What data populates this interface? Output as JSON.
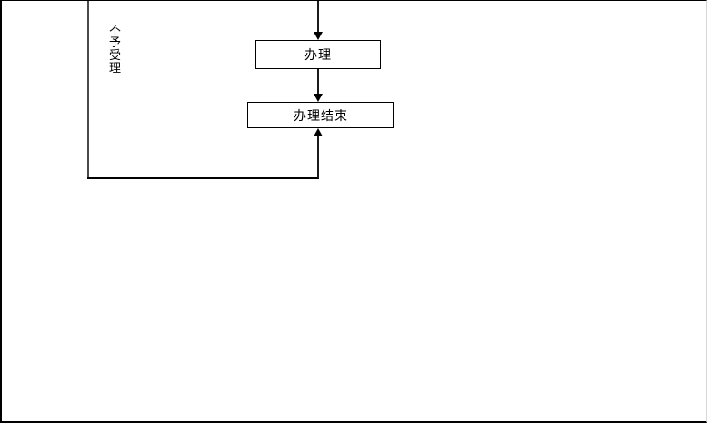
{
  "diagram": {
    "type": "flowchart-fragment",
    "background_color": "#ffffff",
    "line_color": "#000000",
    "nodes": {
      "process": {
        "label": "办理",
        "shape": "rectangle"
      },
      "end": {
        "label": "办理结束",
        "shape": "rectangle"
      }
    },
    "edges": [
      {
        "from": "above (off-screen)",
        "to": "process",
        "direction": "down"
      },
      {
        "from": "process",
        "to": "end",
        "direction": "down"
      },
      {
        "from": "above (off-screen) via left loop",
        "to": "end",
        "direction": "up",
        "label": "不予受理"
      }
    ],
    "branch_label": "不予受理"
  }
}
